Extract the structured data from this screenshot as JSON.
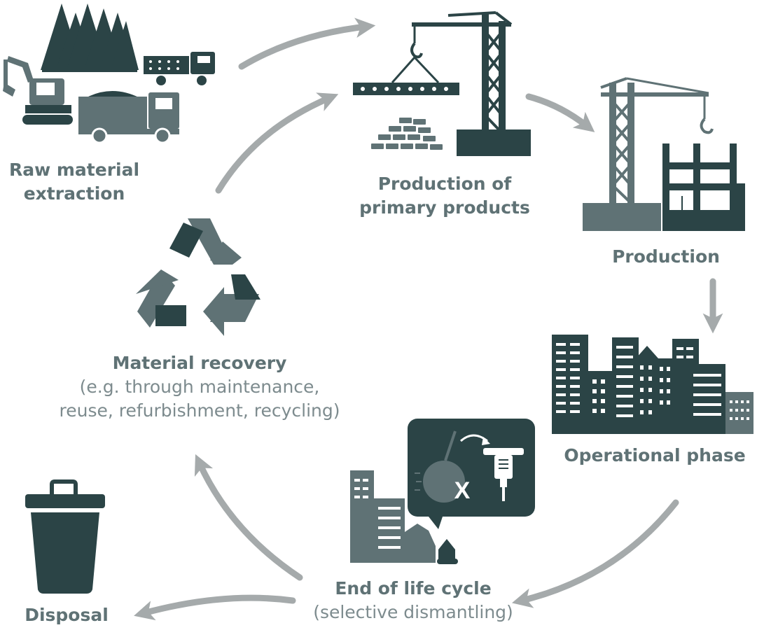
{
  "stages": {
    "raw_material": {
      "title_line1": "Raw material",
      "title_line2": "extraction"
    },
    "primary_products": {
      "title_line1": "Production of",
      "title_line2": "primary products"
    },
    "production": {
      "title": "Production"
    },
    "operational": {
      "title": "Operational phase"
    },
    "end_of_life": {
      "title": "End of life cycle",
      "subtitle": "(selective dismantling)"
    },
    "disposal": {
      "title": "Disposal"
    },
    "recovery": {
      "title": "Material recovery",
      "subtitle_line1": "(e.g. through maintenance,",
      "subtitle_line2": "reuse, refurbishment, recycling)"
    }
  },
  "speech_bubble_mark": "X",
  "colors": {
    "dark": "#2b4446",
    "mid": "#5f7275",
    "light": "#a5aaab",
    "text": "#5f7275"
  }
}
